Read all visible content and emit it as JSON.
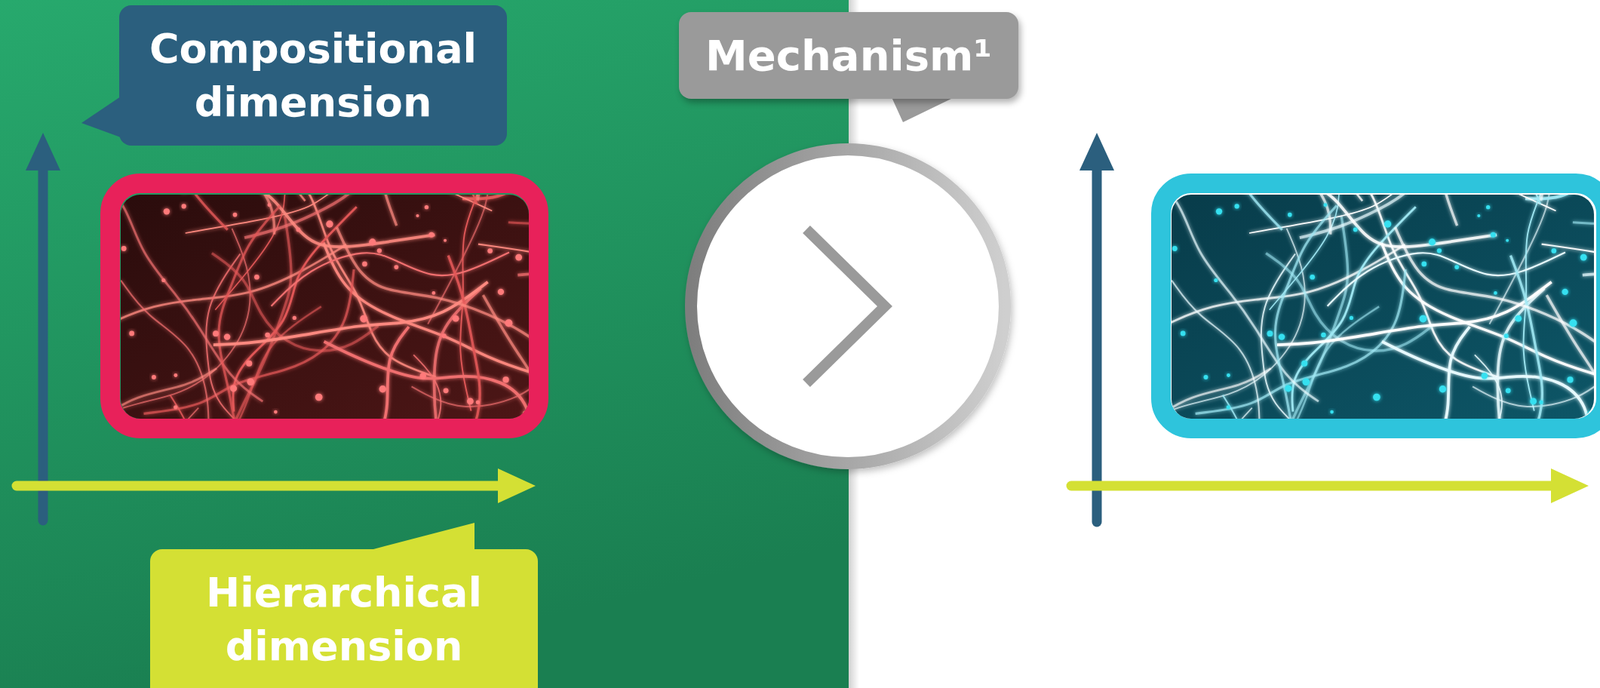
{
  "diagram": {
    "nodes": [
      {
        "text": [
          "Compositional dimension"
        ]
      },
      {
        "text": [
          "Mechanism¹"
        ]
      },
      {
        "text": [
          "Hierarchical dimension"
        ]
      }
    ]
  }
}
